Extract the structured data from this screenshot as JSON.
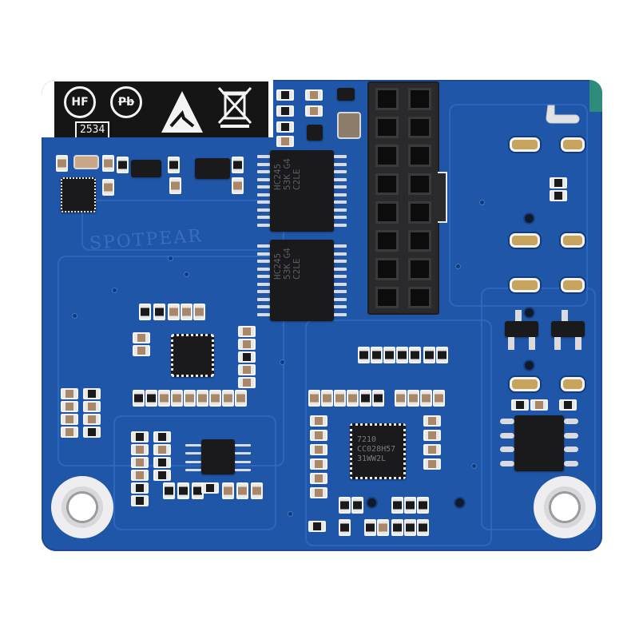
{
  "image": {
    "subject": "Blue PCB expansion board (top view) with 2x8 female header",
    "background_color": "#ffffff",
    "board_color": "#1f56a8"
  },
  "compliance_label": {
    "marks": [
      "HF",
      "Pb"
    ],
    "esd_symbol": "esd-warning-triangle",
    "weee_symbol": "crossed-out-bin",
    "date_code": "2534"
  },
  "silkscreen": {
    "brand_watermark": "SPOTPEAR"
  },
  "chips": {
    "buffer_top": {
      "line1": "HC245",
      "line2": "53K G4",
      "line3": "C2LE"
    },
    "buffer_bottom": {
      "line1": "HC245",
      "line2": "53K G4",
      "line3": "C2LE"
    },
    "qfn_center": {
      "line1": "7210",
      "line2": "CC028H57",
      "line3": "31WW2L"
    }
  },
  "connector": {
    "type": "2x8 female pin header",
    "rows": 8,
    "cols": 2
  },
  "mounting_holes": 2
}
